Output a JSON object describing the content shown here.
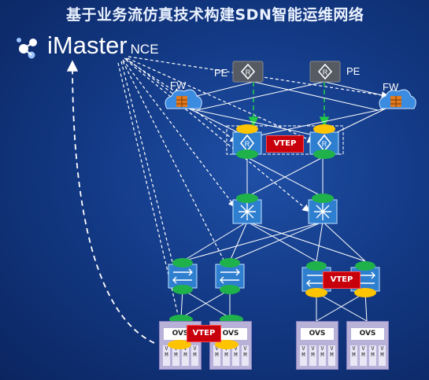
{
  "title": "基于业务流仿真技术构建SDN智能运维网络",
  "brand": {
    "name": "iMaster",
    "suffix": "NCE"
  },
  "labels": {
    "pe_left": "PE",
    "pe_right": "PE",
    "fw_left": "FW",
    "fw_right": "FW",
    "vtep_core": "VTEP",
    "vtep_leaf": "VTEP",
    "vtep_server": "VTEP"
  },
  "servers": [
    {
      "ovs": "OVS",
      "vm": [
        "V",
        "M"
      ]
    },
    {
      "ovs": "OVS",
      "vm": [
        "V",
        "M"
      ]
    },
    {
      "ovs": "OVS",
      "vm": [
        "V",
        "M"
      ]
    },
    {
      "ovs": "OVS",
      "vm": [
        "V",
        "M"
      ]
    }
  ],
  "colors": {
    "background": "#133a86",
    "device": "#2f7fd0",
    "router": "#4a4a4a",
    "oval_green": "#1fb24a",
    "oval_yellow": "#ffc400",
    "vtep": "#c8000b",
    "firewall": "#e07a20",
    "pe_link": "#22c94a"
  }
}
